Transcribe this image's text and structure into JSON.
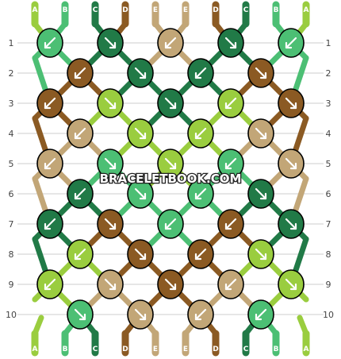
{
  "watermark": "BRACELETBOOK.COM",
  "colors": {
    "A": "#9acd3f",
    "B": "#4cbf74",
    "C": "#217a47",
    "D": "#8b5a23",
    "E": "#c2a677"
  },
  "strands_top": [
    "A",
    "B",
    "C",
    "D",
    "E",
    "E",
    "D",
    "C",
    "B",
    "A"
  ],
  "strands_bottom": [
    "A",
    "B",
    "C",
    "D",
    "E",
    "E",
    "D",
    "C",
    "B",
    "A"
  ],
  "rows": [
    {
      "label": "1",
      "knots": [
        {
          "color": "B",
          "dir": "sw"
        },
        {
          "color": "C",
          "dir": "se"
        },
        {
          "color": "E",
          "dir": "sw"
        },
        {
          "color": "C",
          "dir": "se"
        },
        {
          "color": "B",
          "dir": "sw"
        }
      ]
    },
    {
      "label": "2",
      "knots": [
        {
          "color": "D",
          "dir": "sw"
        },
        {
          "color": "C",
          "dir": "se"
        },
        {
          "color": "C",
          "dir": "sw"
        },
        {
          "color": "D",
          "dir": "se"
        }
      ]
    },
    {
      "label": "3",
      "knots": [
        {
          "color": "D",
          "dir": "sw"
        },
        {
          "color": "A",
          "dir": "se"
        },
        {
          "color": "C",
          "dir": "se"
        },
        {
          "color": "A",
          "dir": "sw"
        },
        {
          "color": "D",
          "dir": "se"
        }
      ]
    },
    {
      "label": "4",
      "knots": [
        {
          "color": "E",
          "dir": "sw"
        },
        {
          "color": "A",
          "dir": "se"
        },
        {
          "color": "A",
          "dir": "sw"
        },
        {
          "color": "E",
          "dir": "se"
        }
      ]
    },
    {
      "label": "5",
      "knots": [
        {
          "color": "E",
          "dir": "sw"
        },
        {
          "color": "B",
          "dir": "se"
        },
        {
          "color": "A",
          "dir": "se"
        },
        {
          "color": "B",
          "dir": "sw"
        },
        {
          "color": "E",
          "dir": "se"
        }
      ]
    },
    {
      "label": "6",
      "knots": [
        {
          "color": "C",
          "dir": "sw"
        },
        {
          "color": "B",
          "dir": "se"
        },
        {
          "color": "B",
          "dir": "sw"
        },
        {
          "color": "C",
          "dir": "se"
        }
      ]
    },
    {
      "label": "7",
      "knots": [
        {
          "color": "C",
          "dir": "sw"
        },
        {
          "color": "D",
          "dir": "se"
        },
        {
          "color": "B",
          "dir": "sw"
        },
        {
          "color": "D",
          "dir": "sw"
        },
        {
          "color": "C",
          "dir": "se"
        }
      ]
    },
    {
      "label": "8",
      "knots": [
        {
          "color": "A",
          "dir": "sw"
        },
        {
          "color": "D",
          "dir": "se"
        },
        {
          "color": "D",
          "dir": "sw"
        },
        {
          "color": "A",
          "dir": "se"
        }
      ]
    },
    {
      "label": "9",
      "knots": [
        {
          "color": "A",
          "dir": "sw"
        },
        {
          "color": "E",
          "dir": "se"
        },
        {
          "color": "D",
          "dir": "se"
        },
        {
          "color": "E",
          "dir": "sw"
        },
        {
          "color": "A",
          "dir": "se"
        }
      ]
    },
    {
      "label": "10",
      "knots": [
        {
          "color": "B",
          "dir": "se"
        },
        {
          "color": "E",
          "dir": "se"
        },
        {
          "color": "E",
          "dir": "sw"
        },
        {
          "color": "B",
          "dir": "sw"
        }
      ]
    }
  ]
}
